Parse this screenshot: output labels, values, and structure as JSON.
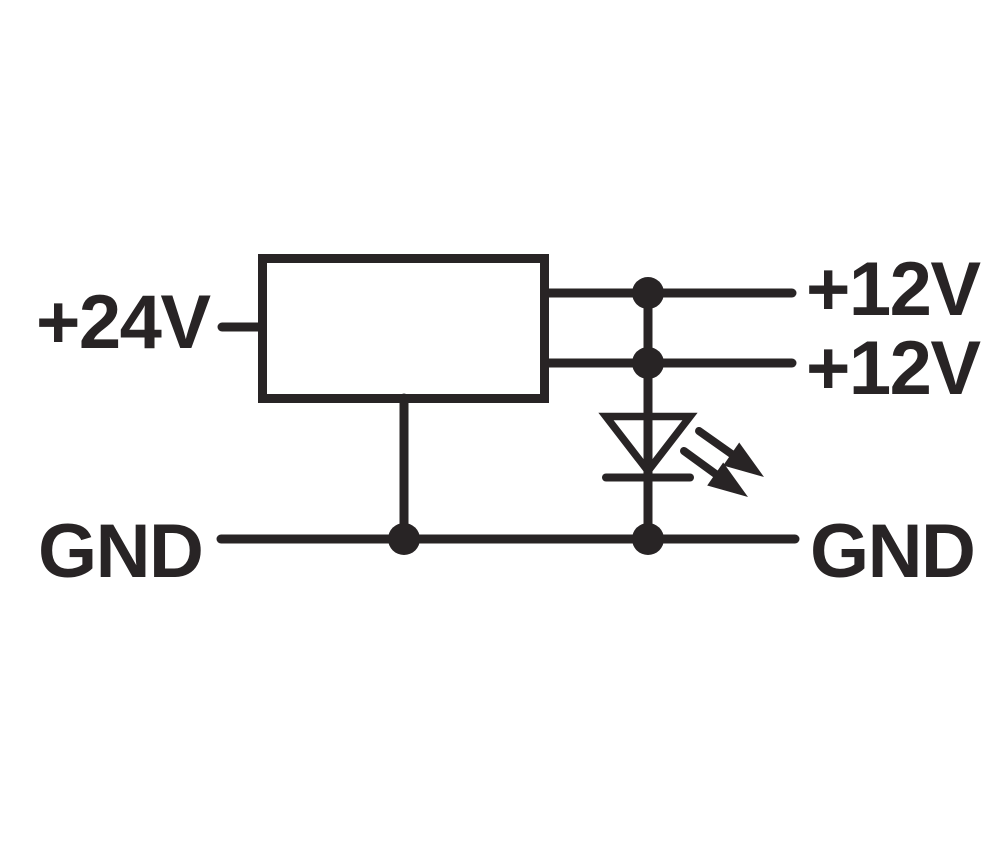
{
  "diagram": {
    "colors": {
      "background": "#ffffff",
      "line": "#282425"
    },
    "labels": {
      "input_voltage": "+24V",
      "output_voltage_1": "+12V",
      "output_voltage_2": "+12V",
      "ground_left": "GND",
      "ground_right": "GND"
    }
  }
}
